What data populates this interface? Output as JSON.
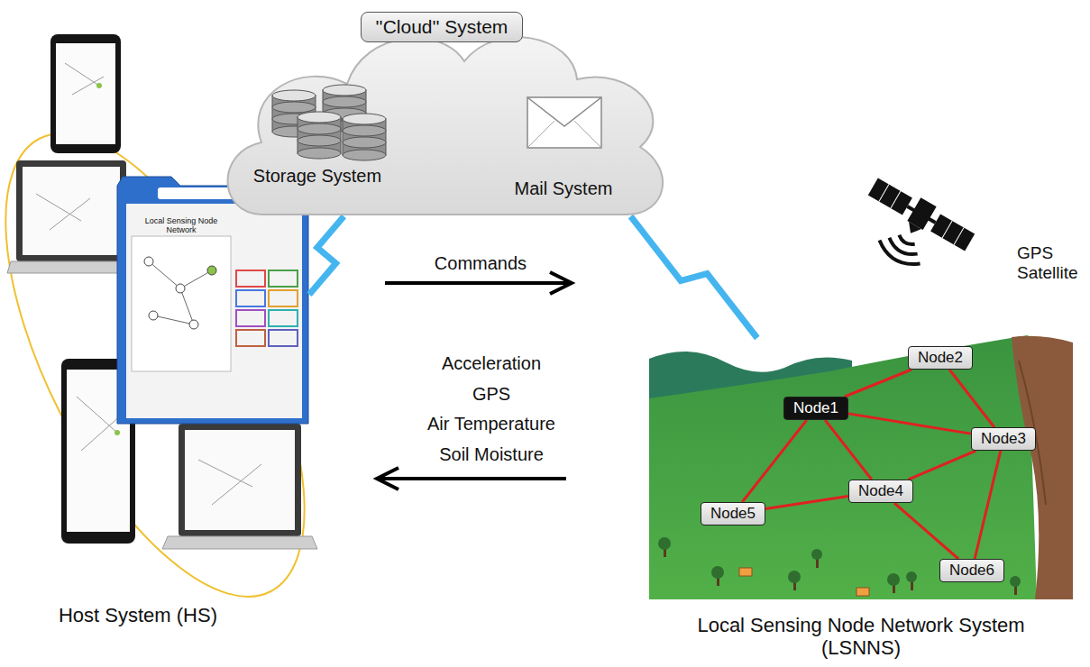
{
  "diagram": {
    "nodes": [
      {
        "text": [
          "Storage System",
          "Mail System"
        ]
      },
      {
        "text": [
          "''Cloud'' System"
        ],
        "in": 0
      },
      {
        "text": [
          "Host System (HS)"
        ]
      },
      {
        "text": [
          "Local Sensing Node Network System (LSNNS)"
        ]
      },
      {
        "text": [
          "Node1"
        ],
        "in": 3
      },
      {
        "text": [
          "Node2"
        ],
        "in": 3
      },
      {
        "text": [
          "Node3"
        ],
        "in": 3
      },
      {
        "text": [
          "Node4"
        ],
        "in": 3
      },
      {
        "text": [
          "Node5"
        ],
        "in": 3
      },
      {
        "text": [
          "Node6"
        ],
        "in": 3
      }
    ],
    "edges": [
      {
        "from": 0,
        "to": 2,
        "arrow": "none"
      },
      {
        "from": 0,
        "to": 3,
        "arrow": "none"
      },
      {
        "from": 4,
        "to": 5,
        "arrow": "none"
      },
      {
        "from": 4,
        "to": 6,
        "arrow": "none"
      },
      {
        "from": 4,
        "to": 7,
        "arrow": "none"
      },
      {
        "from": 4,
        "to": 8,
        "arrow": "none"
      },
      {
        "from": 5,
        "to": 6,
        "arrow": "none"
      },
      {
        "from": 6,
        "to": 7,
        "arrow": "none"
      },
      {
        "from": 6,
        "to": 9,
        "arrow": "none"
      },
      {
        "from": 7,
        "to": 8,
        "arrow": "none"
      },
      {
        "from": 7,
        "to": 9,
        "arrow": "none"
      }
    ],
    "labels": [
      "Commands",
      "Acceleration",
      "GPS",
      "Air Temperature",
      "Soil Moisture",
      "GPS Satellite",
      "Local Sensing Node Network"
    ]
  }
}
